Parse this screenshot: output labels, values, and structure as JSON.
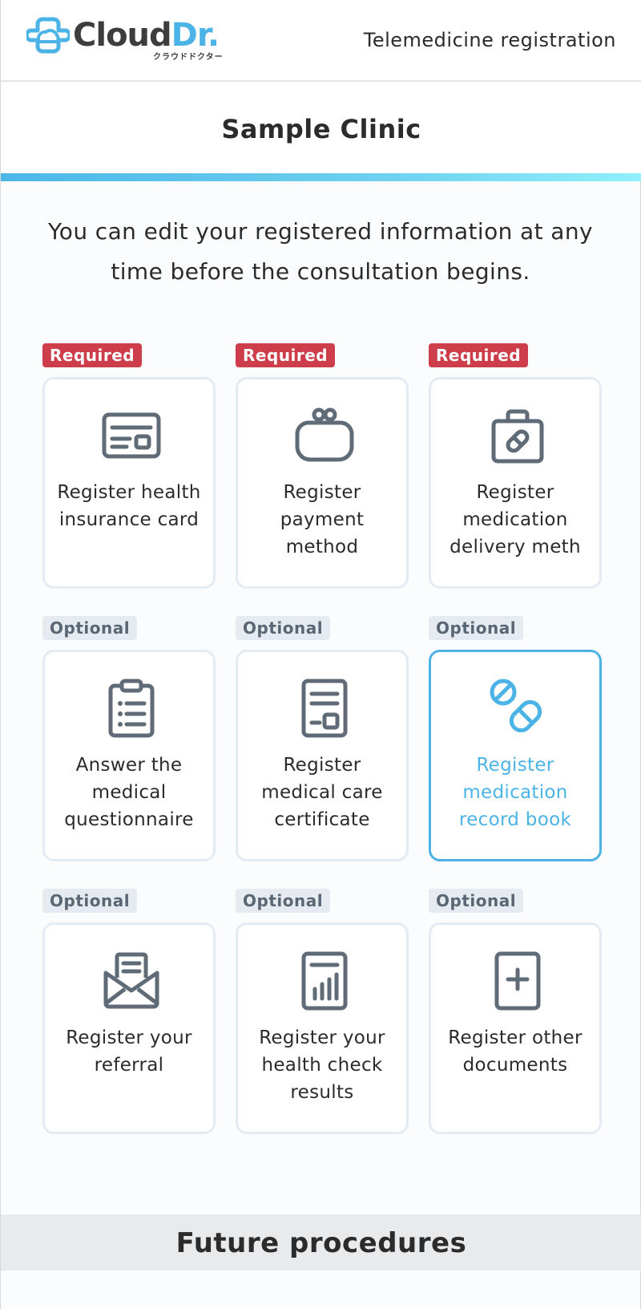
{
  "header": {
    "logo_main_1": "Cloud",
    "logo_main_2": "Dr.",
    "logo_sub": "クラウドドクター",
    "title": "Telemedicine registration"
  },
  "clinic": {
    "name": "Sample Clinic"
  },
  "intro": "You can edit your registered information at any time before the consultation begins.",
  "colors": {
    "accent": "#4bb3e6",
    "required_badge": "#cd3d4a",
    "optional_badge": "#e6ebf1",
    "icon_gray": "#5f6b76"
  },
  "cards": [
    {
      "badge": "Required",
      "label": "Register health insurance card",
      "icon": "id-card-icon"
    },
    {
      "badge": "Required",
      "label": "Register payment method",
      "icon": "coin-purse-icon"
    },
    {
      "badge": "Required",
      "label": "Register medication delivery meth",
      "icon": "medicine-bag-icon"
    },
    {
      "badge": "Optional",
      "label": "Answer the medical questionnaire",
      "icon": "clipboard-icon"
    },
    {
      "badge": "Optional",
      "label": "Register medical care certificate",
      "icon": "certificate-icon"
    },
    {
      "badge": "Optional",
      "label": "Register medication record book",
      "icon": "pills-icon",
      "selected": true
    },
    {
      "badge": "Optional",
      "label": "Register your referral",
      "icon": "envelope-icon"
    },
    {
      "badge": "Optional",
      "label": "Register your health check results",
      "icon": "report-chart-icon"
    },
    {
      "badge": "Optional",
      "label": "Register other documents",
      "icon": "add-document-icon"
    }
  ],
  "future": {
    "title": "Future procedures"
  }
}
